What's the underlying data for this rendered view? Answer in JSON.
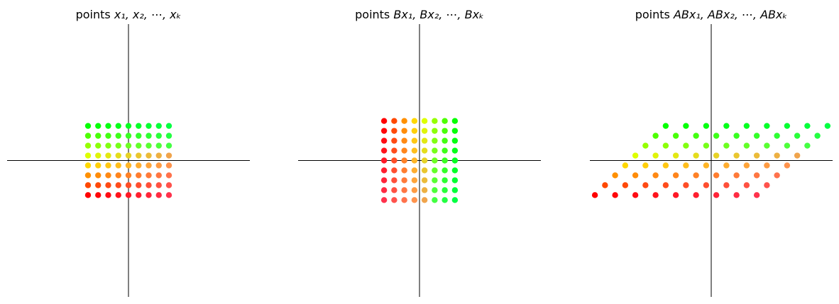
{
  "chart_data": [
    {
      "type": "scatter",
      "title": {
        "prefix": "points ",
        "terms": [
          "x₁",
          "x₂",
          "⋯",
          "xₖ"
        ]
      },
      "xlim": [
        -6,
        6
      ],
      "ylim": [
        -6.9,
        6.9
      ],
      "axes": "through-origin",
      "grid": false,
      "colormap": "hsv",
      "colors_stops": [
        "#ff0000",
        "#ff8800",
        "#ffff00",
        "#88ff00",
        "#00ff44",
        "#ff0066"
      ],
      "points": {
        "columns": [
          -2,
          -1.5,
          -1,
          -0.5,
          0,
          0.5,
          1,
          1.5,
          2
        ],
        "rows": [
          1.75,
          1.25,
          0.75,
          0.25,
          -0.25,
          -0.75,
          -1.25,
          -1.75
        ],
        "transform": [
          [
            1,
            0
          ],
          [
            0,
            1
          ]
        ]
      }
    },
    {
      "type": "scatter",
      "title": {
        "prefix": "points ",
        "terms": [
          "Bx₁",
          "Bx₂",
          "⋯",
          "Bxₖ"
        ]
      },
      "xlim": [
        -6,
        6
      ],
      "ylim": [
        -6.9,
        6.9
      ],
      "axes": "through-origin",
      "grid": false,
      "colormap": "hsv",
      "points": {
        "columns": [
          -2,
          -1.5,
          -1,
          -0.5,
          0,
          0.5,
          1,
          1.5,
          2
        ],
        "rows": [
          1.75,
          1.25,
          0.75,
          0.25,
          -0.25,
          -0.75,
          -1.25,
          -1.75
        ],
        "transform": [
          [
            0,
            1
          ],
          [
            -1,
            0
          ]
        ]
      }
    },
    {
      "type": "scatter",
      "title": {
        "prefix": "points ",
        "terms": [
          "ABx₁",
          "ABx₂",
          "⋯",
          "ABxₖ"
        ]
      },
      "xlim": [
        -6,
        6
      ],
      "ylim": [
        -6.9,
        6.9
      ],
      "axes": "through-origin",
      "grid": false,
      "colormap": "hsv",
      "points": {
        "columns": [
          -2,
          -1.5,
          -1,
          -0.5,
          0,
          0.5,
          1,
          1.5,
          2
        ],
        "rows": [
          1.75,
          1.25,
          0.75,
          0.25,
          -0.25,
          -0.75,
          -1.25,
          -1.75
        ],
        "transform": [
          [
            2,
            1
          ],
          [
            0,
            1
          ]
        ]
      }
    }
  ]
}
